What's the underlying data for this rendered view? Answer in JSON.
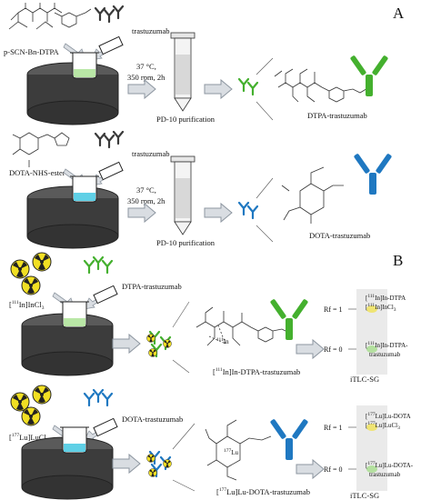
{
  "colors": {
    "green": "#44b02e",
    "blue": "#1f78c1",
    "dark": "#3a3a3a",
    "arrow_fill": "#d9dde2",
    "arrow_stroke": "#8d96a0",
    "cyan_liquid": "#5fd0e6",
    "green_liquid": "#b9e7a6",
    "radiation_yellow": "#f1df23"
  },
  "panel_a": {
    "letter": "A",
    "row1": {
      "chelator": "p-SCN-Bn-DTPA",
      "antibody": "trastuzumab",
      "conditions_temp": "37 °C,",
      "conditions_rpm": "350 rpm, 2h",
      "purification": "PD-10 purification",
      "product": "DTPA-trastuzumab"
    },
    "row2": {
      "chelator": "DOTA-NHS-ester",
      "antibody": "trastuzumab",
      "conditions_temp": "37 °C,",
      "conditions_rpm": "350 rpm, 2h",
      "purification": "PD-10 purification",
      "product": "DOTA-trastuzumab"
    }
  },
  "panel_b": {
    "letter": "B",
    "row1": {
      "isotope_sup": "111",
      "isotope_base": "[",
      "isotope_rest": "In]InCl",
      "isotope_sub": "3",
      "conjugate": "DTPA-trastuzumab",
      "product_sup": "111",
      "product_rest": "In]In-DTPA-trastuzumab",
      "metal_label": "In",
      "metal_sup": "111",
      "rf1": "Rf = 1",
      "rf0": "Rf = 0",
      "rf1_line1_sup": "111",
      "rf1_line1": "In]In-DTPA",
      "rf1_line2_sup": "111",
      "rf1_line2": "In]InCl",
      "rf1_line2_sub": "3",
      "rf0_line1_sup": "111",
      "rf0_line1": "In]In-DTPA-",
      "rf0_line2": "trastuzumab",
      "itlc": "iTLC-SG"
    },
    "row2": {
      "isotope_sup": "177",
      "isotope_rest": "Lu]LuCl",
      "isotope_sub": "3",
      "conjugate": "DOTA-trastuzumab",
      "product_sup": "177",
      "product_rest": "Lu]Lu-DOTA-trastuzumab",
      "metal_label": "Lu",
      "metal_sup": "177",
      "rf1": "Rf = 1",
      "rf0": "Rf = 0",
      "rf1_line1_sup": "177",
      "rf1_line1": "Lu]Lu-DOTA",
      "rf1_line2_sup": "177",
      "rf1_line2": "Lu]LuCl",
      "rf1_line2_sub": "3",
      "rf0_line1_sup": "177",
      "rf0_line1": "Lu]Lu-DOTA-",
      "rf0_line2": "trastuzumab",
      "itlc": "iTLC-SG"
    }
  }
}
